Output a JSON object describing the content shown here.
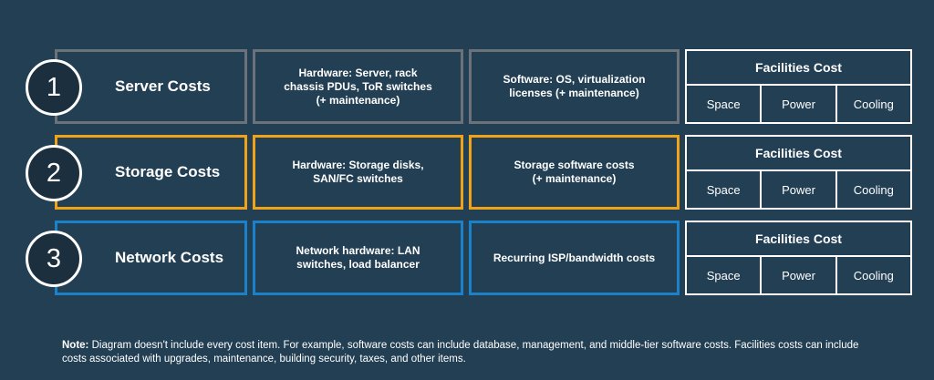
{
  "rows": [
    {
      "number": "1",
      "title": "Server Costs",
      "hardware": "Hardware: Server, rack\nchassis PDUs, ToR switches\n(+ maintenance)",
      "software": "Software: OS, virtualization\nlicenses (+ maintenance)",
      "accent": "#6b7279"
    },
    {
      "number": "2",
      "title": "Storage Costs",
      "hardware": "Hardware: Storage disks,\nSAN/FC switches",
      "software": "Storage software costs\n(+ maintenance)",
      "accent": "#f0a318"
    },
    {
      "number": "3",
      "title": "Network Costs",
      "hardware": "Network hardware: LAN\nswitches, load balancer",
      "software": "Recurring ISP/bandwidth costs",
      "accent": "#1b82c9"
    }
  ],
  "facilities": {
    "title": "Facilities Cost",
    "items": [
      "Space",
      "Power",
      "Cooling"
    ]
  },
  "note": {
    "label": "Note:",
    "text": " Diagram doesn't include every cost item. For example, software costs can include database, management, and middle-tier software costs. Facilities costs can include costs associated with upgrades, maintenance, building security, taxes, and other items."
  },
  "colors": {
    "background": "#233f54",
    "server_border": "#6b7279",
    "storage_border": "#f0a318",
    "network_border": "#1b82c9"
  }
}
